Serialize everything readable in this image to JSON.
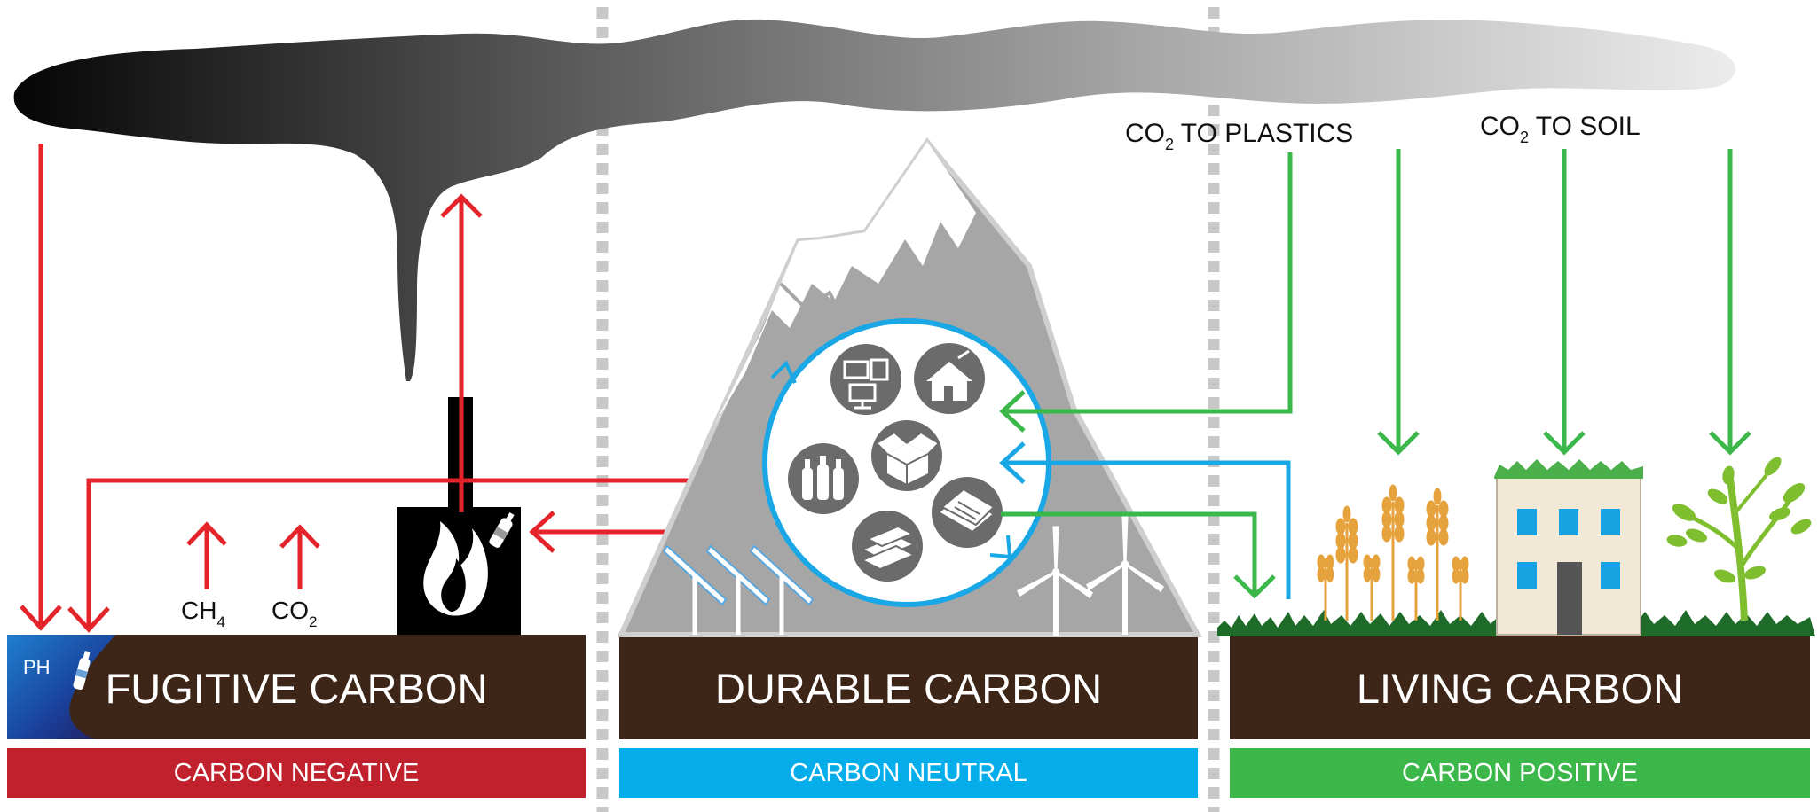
{
  "sections": [
    {
      "title": "FUGITIVE CARBON",
      "badge": "CARBON NEGATIVE"
    },
    {
      "title": "DURABLE CARBON",
      "badge": "CARBON NEUTRAL"
    },
    {
      "title": "LIVING CARBON",
      "badge": "CARBON POSITIVE"
    }
  ],
  "gases": {
    "ch4": {
      "base": "CH",
      "sub": "4"
    },
    "co2": {
      "base": "CO",
      "sub": "2"
    }
  },
  "ocean_label": "PH",
  "flows": {
    "to_plastics": {
      "pre": "CO",
      "sub": "2",
      "post": " TO PLASTICS"
    },
    "to_soil": {
      "pre": "CO",
      "sub": "2",
      "post": " TO SOIL"
    }
  },
  "colors": {
    "negative": "#c1202d",
    "neutral": "#05aeeb",
    "positive": "#3cb84a",
    "soil": "#3d2518",
    "arrow_red": "#e4232b",
    "arrow_green": "#3cb84a",
    "arrow_blue": "#1aa7e6"
  },
  "icons": [
    "smoke-plume-icon",
    "chimney-fire-icon",
    "mountain-icon",
    "electronics-icon",
    "house-icon",
    "bottles-icon",
    "box-icon",
    "paper-icon",
    "lumber-icon",
    "solar-panel-icon",
    "wind-turbine-icon",
    "wheat-icon",
    "green-roof-building-icon",
    "plant-icon",
    "bottle-icon"
  ]
}
